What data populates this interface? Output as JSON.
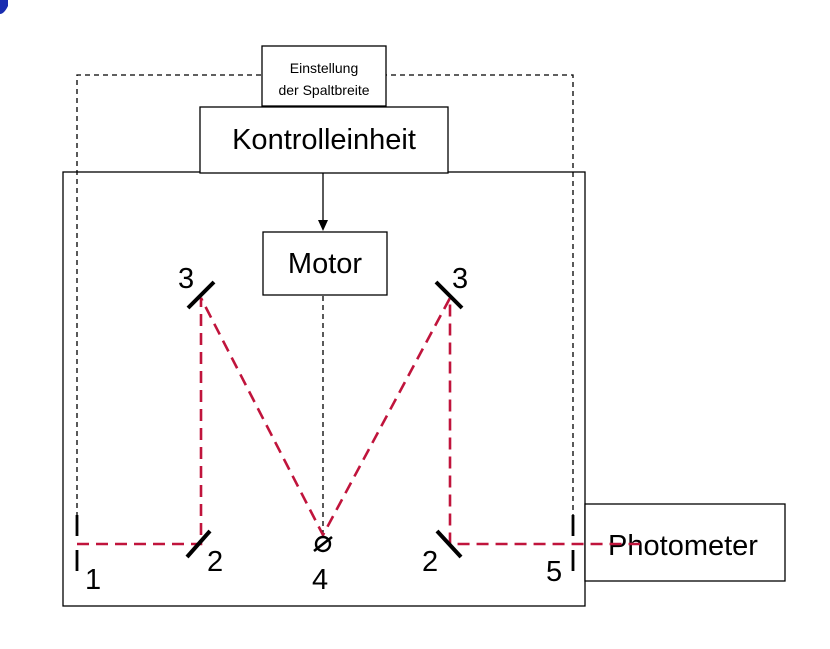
{
  "diagram": {
    "labels": {
      "spalt_title_line1": "Einstellung",
      "spalt_title_line2": "der Spaltbreite",
      "control": "Kontrolleinheit",
      "motor": "Motor",
      "photometer": "Photometer",
      "slit_entry": "1",
      "mirror_left_lower": "2",
      "mirror_left_upper": "3",
      "grating": "4",
      "mirror_right_upper": "3",
      "mirror_right_lower": "2",
      "slit_exit": "5"
    },
    "colors": {
      "beam": "#c0143c",
      "line": "#000000",
      "corner_mark": "#1a2db0"
    }
  }
}
